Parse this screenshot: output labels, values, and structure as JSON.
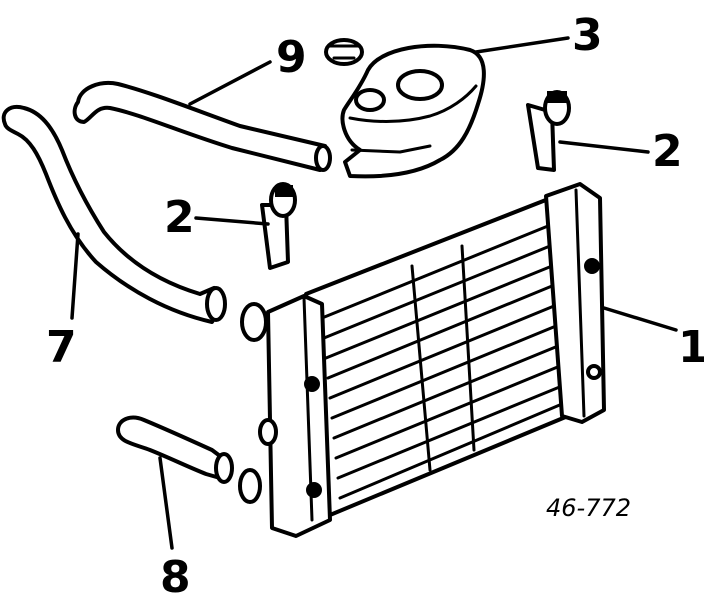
{
  "callouts": {
    "radiator": "1",
    "bracket_right": "2",
    "bracket_left": "2",
    "expansion_tank": "3",
    "hose_upper_long": "7",
    "hose_lower": "8",
    "hose_tank": "9"
  },
  "reference_number": "46-772",
  "colors": {
    "ink": "#000000",
    "paper": "#ffffff"
  }
}
